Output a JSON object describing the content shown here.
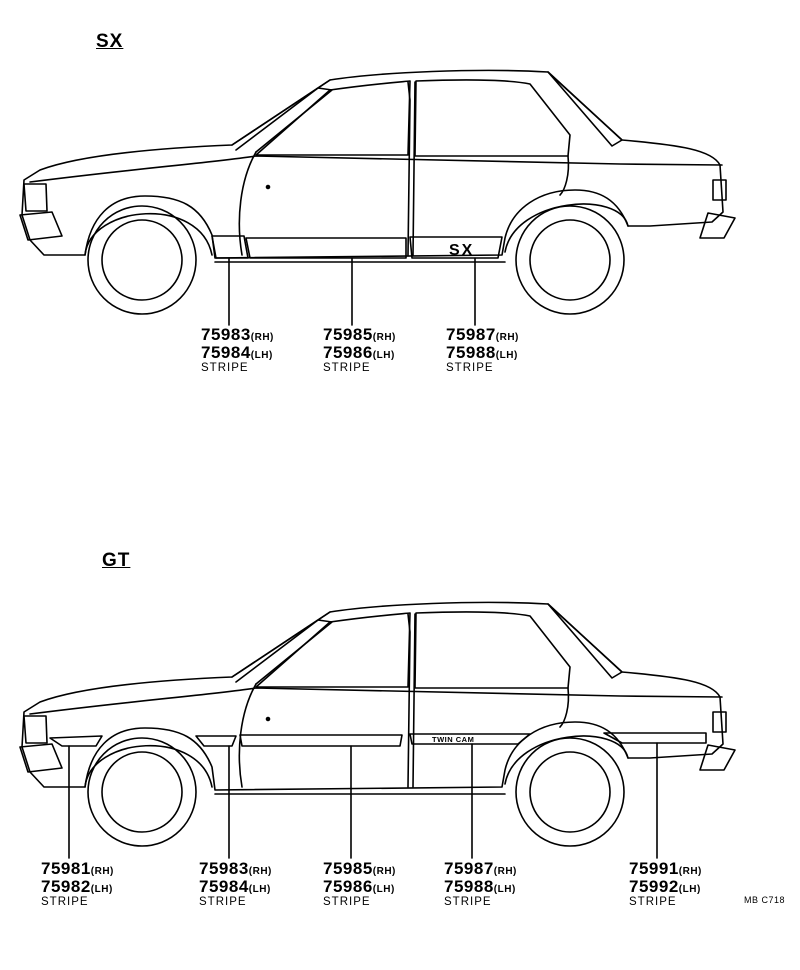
{
  "diagrams": [
    {
      "title": "SX",
      "stripe_label": "SX",
      "callouts": [
        {
          "part_rh": "75983",
          "rh": "(RH)",
          "part_lh": "75984",
          "lh": "(LH)",
          "desc": "STRIPE"
        },
        {
          "part_rh": "75985",
          "rh": "(RH)",
          "part_lh": "75986",
          "lh": "(LH)",
          "desc": "STRIPE"
        },
        {
          "part_rh": "75987",
          "rh": "(RH)",
          "part_lh": "75988",
          "lh": "(LH)",
          "desc": "STRIPE"
        }
      ]
    },
    {
      "title": "GT",
      "stripe_label": "TWIN CAM",
      "callouts": [
        {
          "part_rh": "75981",
          "rh": "(RH)",
          "part_lh": "75982",
          "lh": "(LH)",
          "desc": "STRIPE"
        },
        {
          "part_rh": "75983",
          "rh": "(RH)",
          "part_lh": "75984",
          "lh": "(LH)",
          "desc": "STRIPE"
        },
        {
          "part_rh": "75985",
          "rh": "(RH)",
          "part_lh": "75986",
          "lh": "(LH)",
          "desc": "STRIPE"
        },
        {
          "part_rh": "75987",
          "rh": "(RH)",
          "part_lh": "75988",
          "lh": "(LH)",
          "desc": "STRIPE"
        },
        {
          "part_rh": "75991",
          "rh": "(RH)",
          "part_lh": "75992",
          "lh": "(LH)",
          "desc": "STRIPE"
        }
      ]
    }
  ],
  "reference_code": "MB C718"
}
